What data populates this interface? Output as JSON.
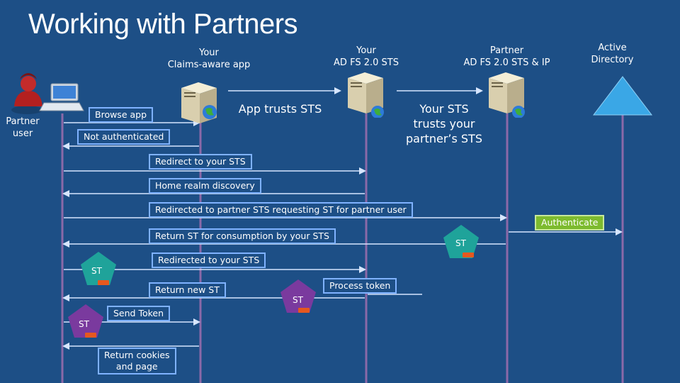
{
  "title": "Working with Partners",
  "headers": {
    "claims_app": "Your\nClaims-aware app",
    "your_sts": "Your\nAD FS 2.0 STS",
    "partner_sts": "Partner\nAD FS 2.0 STS & IP",
    "active_directory": "Active\nDirectory",
    "partner_user": "Partner\nuser"
  },
  "annotations": {
    "app_trusts_sts": "App trusts STS",
    "sts_trusts_partner": "Your STS\ntrusts your\npartner’s STS"
  },
  "messages": {
    "browse_app": "Browse app",
    "not_authenticated": "Not authenticated",
    "redirect_to_sts": "Redirect to your STS",
    "home_realm": "Home realm discovery",
    "redirected_partner": "Redirected to partner STS requesting ST for partner user",
    "authenticate": "Authenticate",
    "return_st": "Return ST for consumption by your STS",
    "redirected_your_sts": "Redirected to your STS",
    "process_token": "Process token",
    "return_new_st": "Return new ST",
    "send_token": "Send Token",
    "return_cookies": "Return cookies\nand page"
  },
  "tokens": {
    "label": "ST",
    "teal_color": "#1fa39a",
    "purple_color": "#7a3a9e",
    "tab_color": "#e5581f"
  },
  "colors": {
    "background": "#1d4f86",
    "lifeline": "#8b69a8",
    "arrow": "#d7e6ff",
    "ad_triangle": "#3aa7e6"
  }
}
